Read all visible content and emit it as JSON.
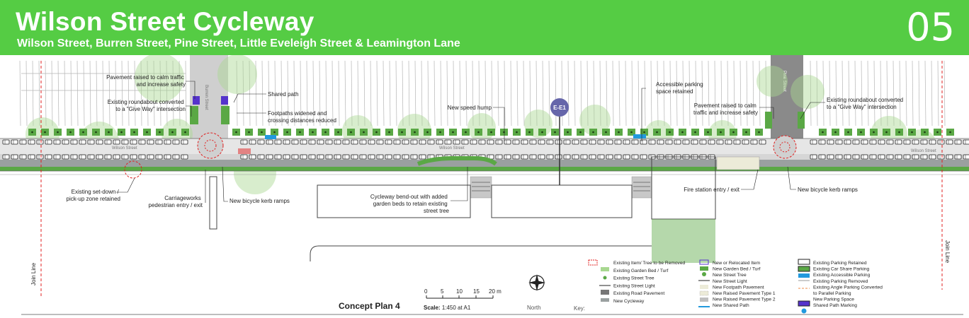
{
  "header": {
    "title": "Wilson Street Cycleway",
    "subtitle": "Wilson Street, Burren Street, Pine Street, Little Eveleigh Street & Leamington Lane",
    "page_number": "05"
  },
  "labels": {
    "pavement_raised_left": [
      "Pavement raised to calm traffic",
      "and increase safety"
    ],
    "roundabout_left": [
      "Existing roundabout converted",
      "to a \"Give Way\" intersection"
    ],
    "shared_path": "Shared path",
    "footpaths_widened": [
      "Footpaths widened and",
      "crossing distances reduced"
    ],
    "new_speed_hump": "New speed hump",
    "accessible_parking": [
      "Accessible parking",
      "space retained"
    ],
    "pavement_raised_right": [
      "Pavement raised to calm",
      "traffic and increase safety"
    ],
    "roundabout_right": [
      "Existing roundabout converted",
      "to a \"Give Way\" intersection"
    ],
    "setdown": [
      "Existing set-down /",
      "pick-up zone retained"
    ],
    "carriageworks": [
      "Carriageworks",
      "pedestrian entry / exit"
    ],
    "bicycle_ramps_left": "New bicycle kerb ramps",
    "cycleway_bendout": [
      "Cycleway bend-out with added",
      "garden beds to retain existing",
      "street tree"
    ],
    "fire_station": "Fire station entry / exit",
    "bicycle_ramps_right": "New bicycle kerb ramps",
    "marker": "E-E1",
    "join_line_left": "Join Line",
    "join_line_right": "Join Line",
    "street_wilson_1": "Wilson Street",
    "street_wilson_2": "Wilson Street",
    "street_wilson_3": "Wilson Street",
    "street_side_left": "Burren Street",
    "street_side_right": "Pine Street"
  },
  "footer": {
    "plan_title": "Concept Plan 4",
    "scale_prefix": "Scale:",
    "scale_value": "1:450 at A1",
    "scale_ticks": [
      "0",
      "5",
      "10",
      "15",
      "20 m"
    ],
    "north_label": "North",
    "key_label": "Key:"
  },
  "legend": {
    "col1": [
      "Existing Item/ Tree to be Removed",
      "Existing Garden Bed / Turf",
      "Existing Street Tree",
      "Existing Street Light",
      "Existing Road Pavement",
      "New Cycleway"
    ],
    "col2": [
      "New or Relocated Item",
      "New Garden Bed / Turf",
      "New Street Tree",
      "New Street Light",
      "New Footpath Pavement",
      "New Raised Pavement Type 1",
      "New Raised Pavement Type 2",
      "New Shared Path"
    ],
    "col3": [
      "Existing Parking Retained",
      "Existing Car Share Parking",
      "Existing Accessible Parking",
      "Existing Parking Removed",
      "Existing Angle Parking Converted",
      "to Parallel Parking",
      "New Parking Space",
      "Shared Path Marking"
    ]
  },
  "colors": {
    "header_green": "#55cc44",
    "garden_green": "#5aa845",
    "tree_green": "#a8d890",
    "cycleway_grey": "#9aa0a0",
    "removed_red": "#e02020",
    "new_item_purple": "#5533cc",
    "accessible_blue": "#2299dd",
    "marker_purple": "#6666aa"
  }
}
